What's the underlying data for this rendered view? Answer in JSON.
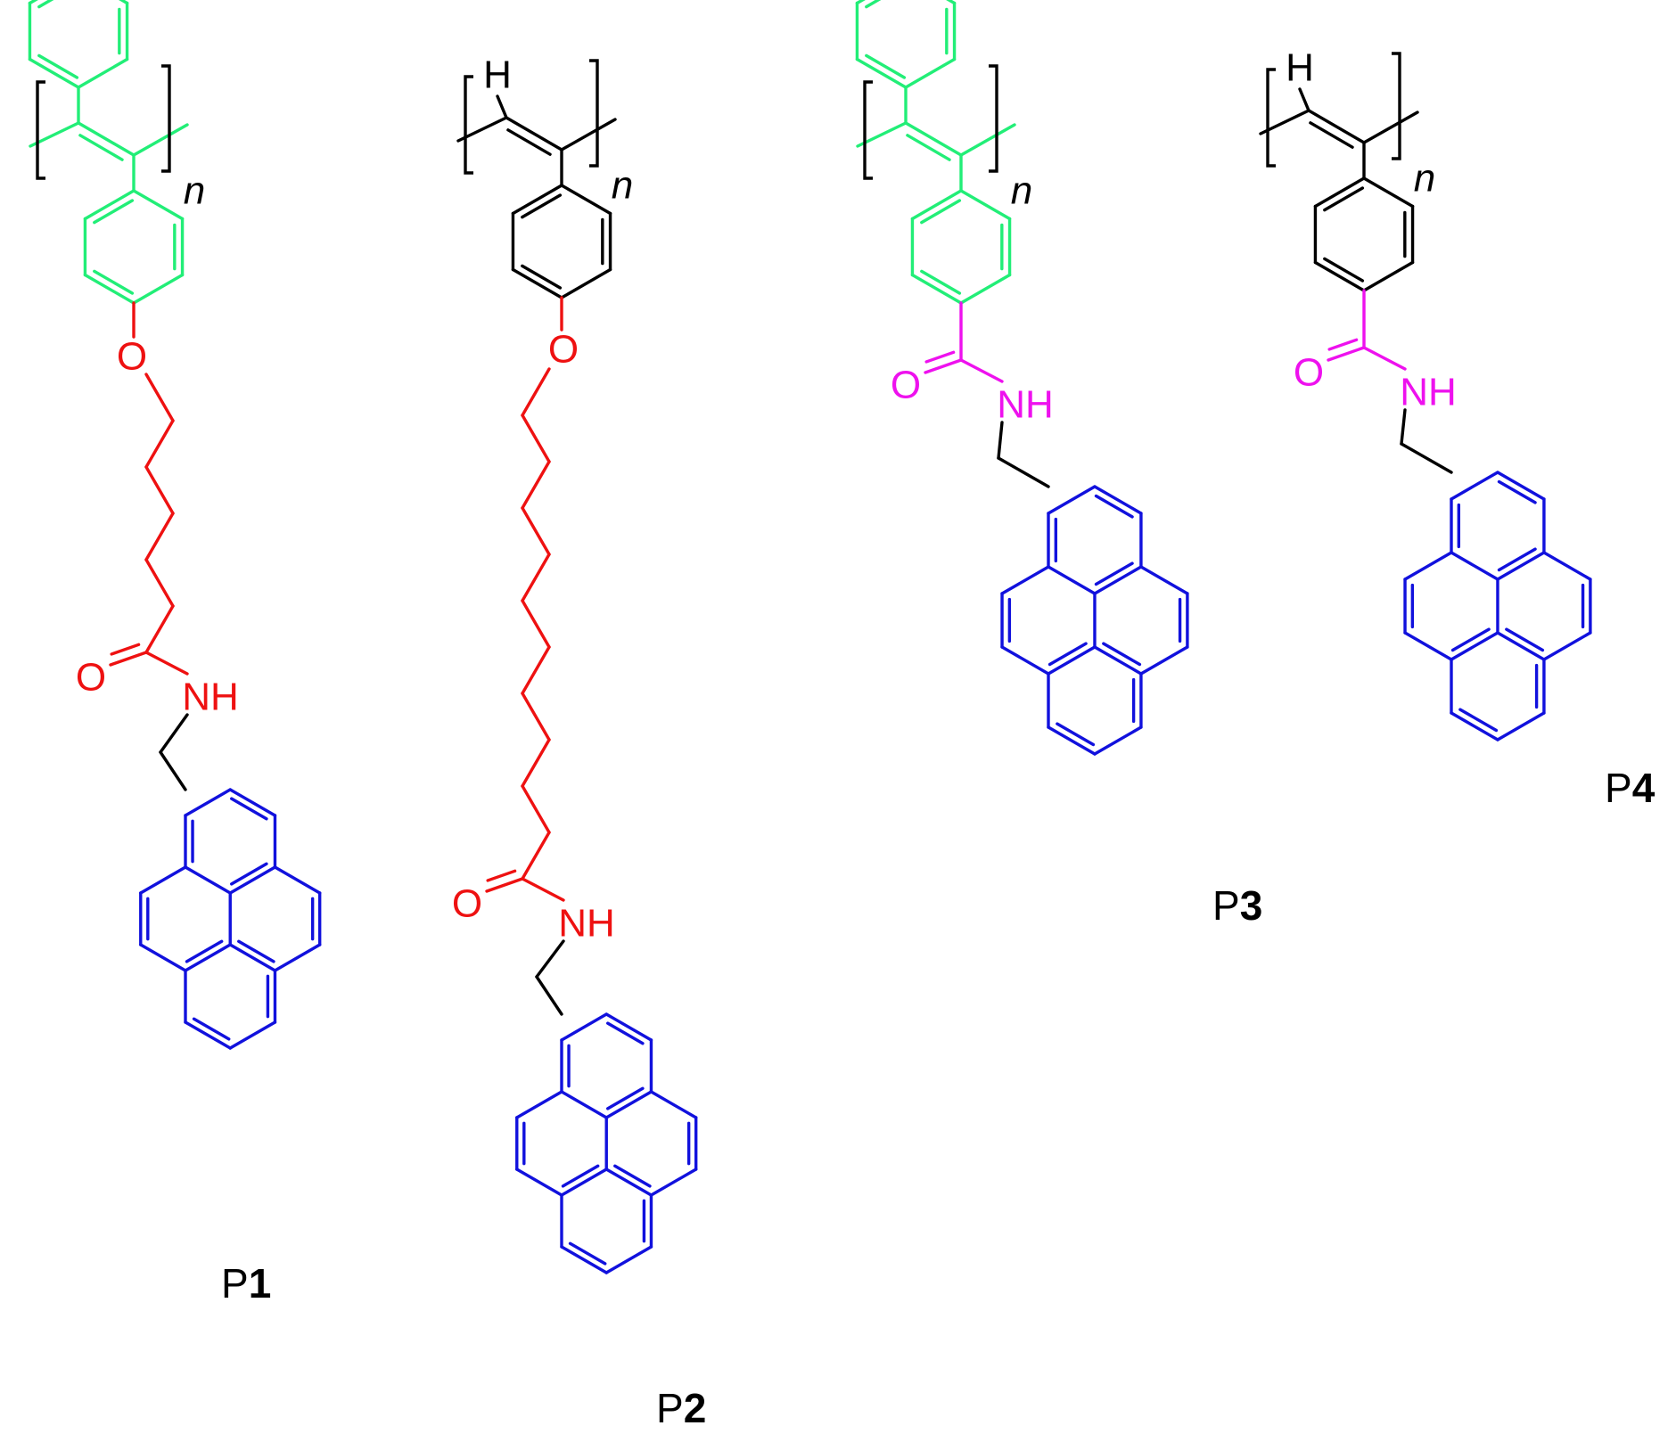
{
  "colors": {
    "backbone_phenyl": "#22ee77",
    "backbone_plain": "#000000",
    "ester_linker": "#ee1111",
    "amide_linker": "#ee11ee",
    "pyrene": "#1111dd",
    "methylene": "#000000"
  },
  "atoms": {
    "oxygen": "O",
    "nh": "NH",
    "hydrogen": "H",
    "repeat": "n"
  },
  "molecules": [
    {
      "id": "p1",
      "label_prefix": "P",
      "label_number": "1"
    },
    {
      "id": "p2",
      "label_prefix": "P",
      "label_number": "2"
    },
    {
      "id": "p3",
      "label_prefix": "P",
      "label_number": "3"
    },
    {
      "id": "p4",
      "label_prefix": "P",
      "label_number": "4"
    }
  ]
}
